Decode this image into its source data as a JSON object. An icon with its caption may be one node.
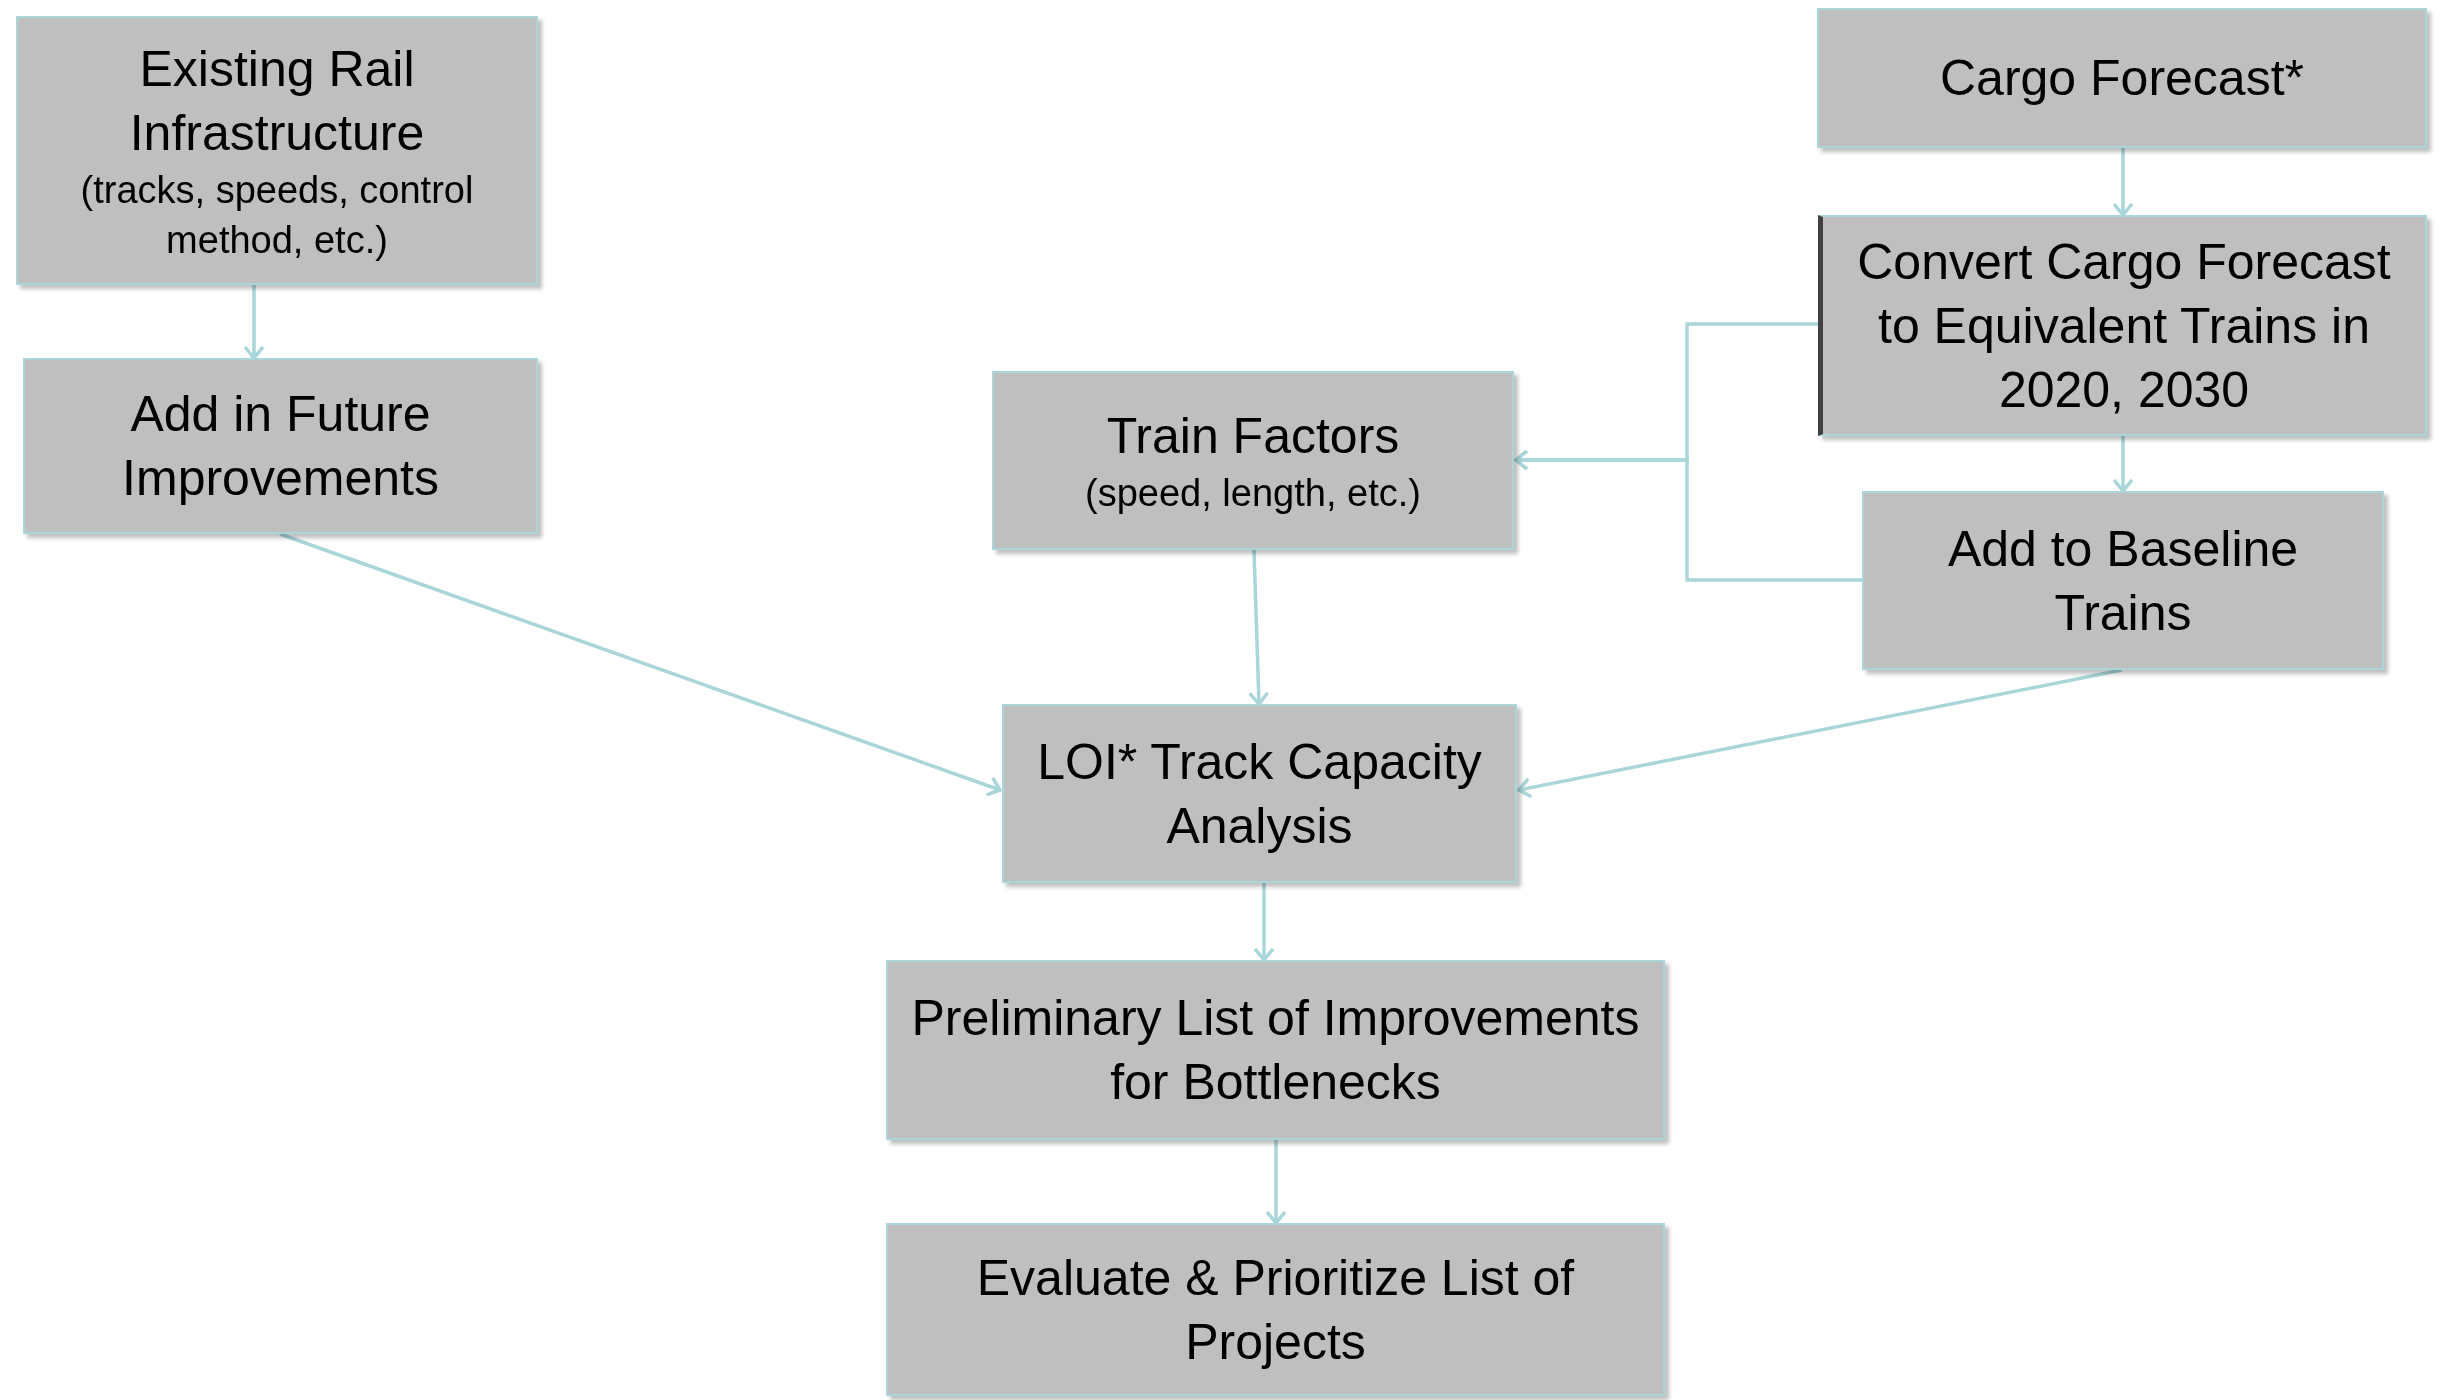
{
  "diagram": {
    "nodes": [
      {
        "text": [
          "Existing Rail Infrastructure",
          "(tracks, speeds, control method, etc.)"
        ]
      },
      {
        "text": [
          "Add in Future Improvements"
        ]
      },
      {
        "text": [
          "Cargo Forecast*"
        ]
      },
      {
        "text": [
          "Convert Cargo Forecast to Equivalent Trains in 2020, 2030"
        ]
      },
      {
        "text": [
          "Train Factors",
          "(speed, length, etc.)"
        ]
      },
      {
        "text": [
          "Add to Baseline Trains"
        ]
      },
      {
        "text": [
          "LOI* Track Capacity Analysis"
        ]
      },
      {
        "text": [
          "Preliminary List of Improvements for Bottlenecks"
        ]
      },
      {
        "text": [
          "Evaluate & Prioritize List of Projects"
        ]
      }
    ],
    "edges": [
      {
        "from": 0,
        "to": 1,
        "arrow": "to"
      },
      {
        "from": 1,
        "to": 6,
        "arrow": "to"
      },
      {
        "from": 2,
        "to": 3,
        "arrow": "to"
      },
      {
        "from": 3,
        "to": 5,
        "arrow": "to"
      },
      {
        "from": 3,
        "to": 4,
        "arrow": "to"
      },
      {
        "from": 5,
        "to": 4,
        "arrow": "to"
      },
      {
        "from": 4,
        "to": 6,
        "arrow": "to"
      },
      {
        "from": 5,
        "to": 6,
        "arrow": "to"
      },
      {
        "from": 6,
        "to": 7,
        "arrow": "to"
      },
      {
        "from": 7,
        "to": 8,
        "arrow": "to"
      }
    ]
  }
}
